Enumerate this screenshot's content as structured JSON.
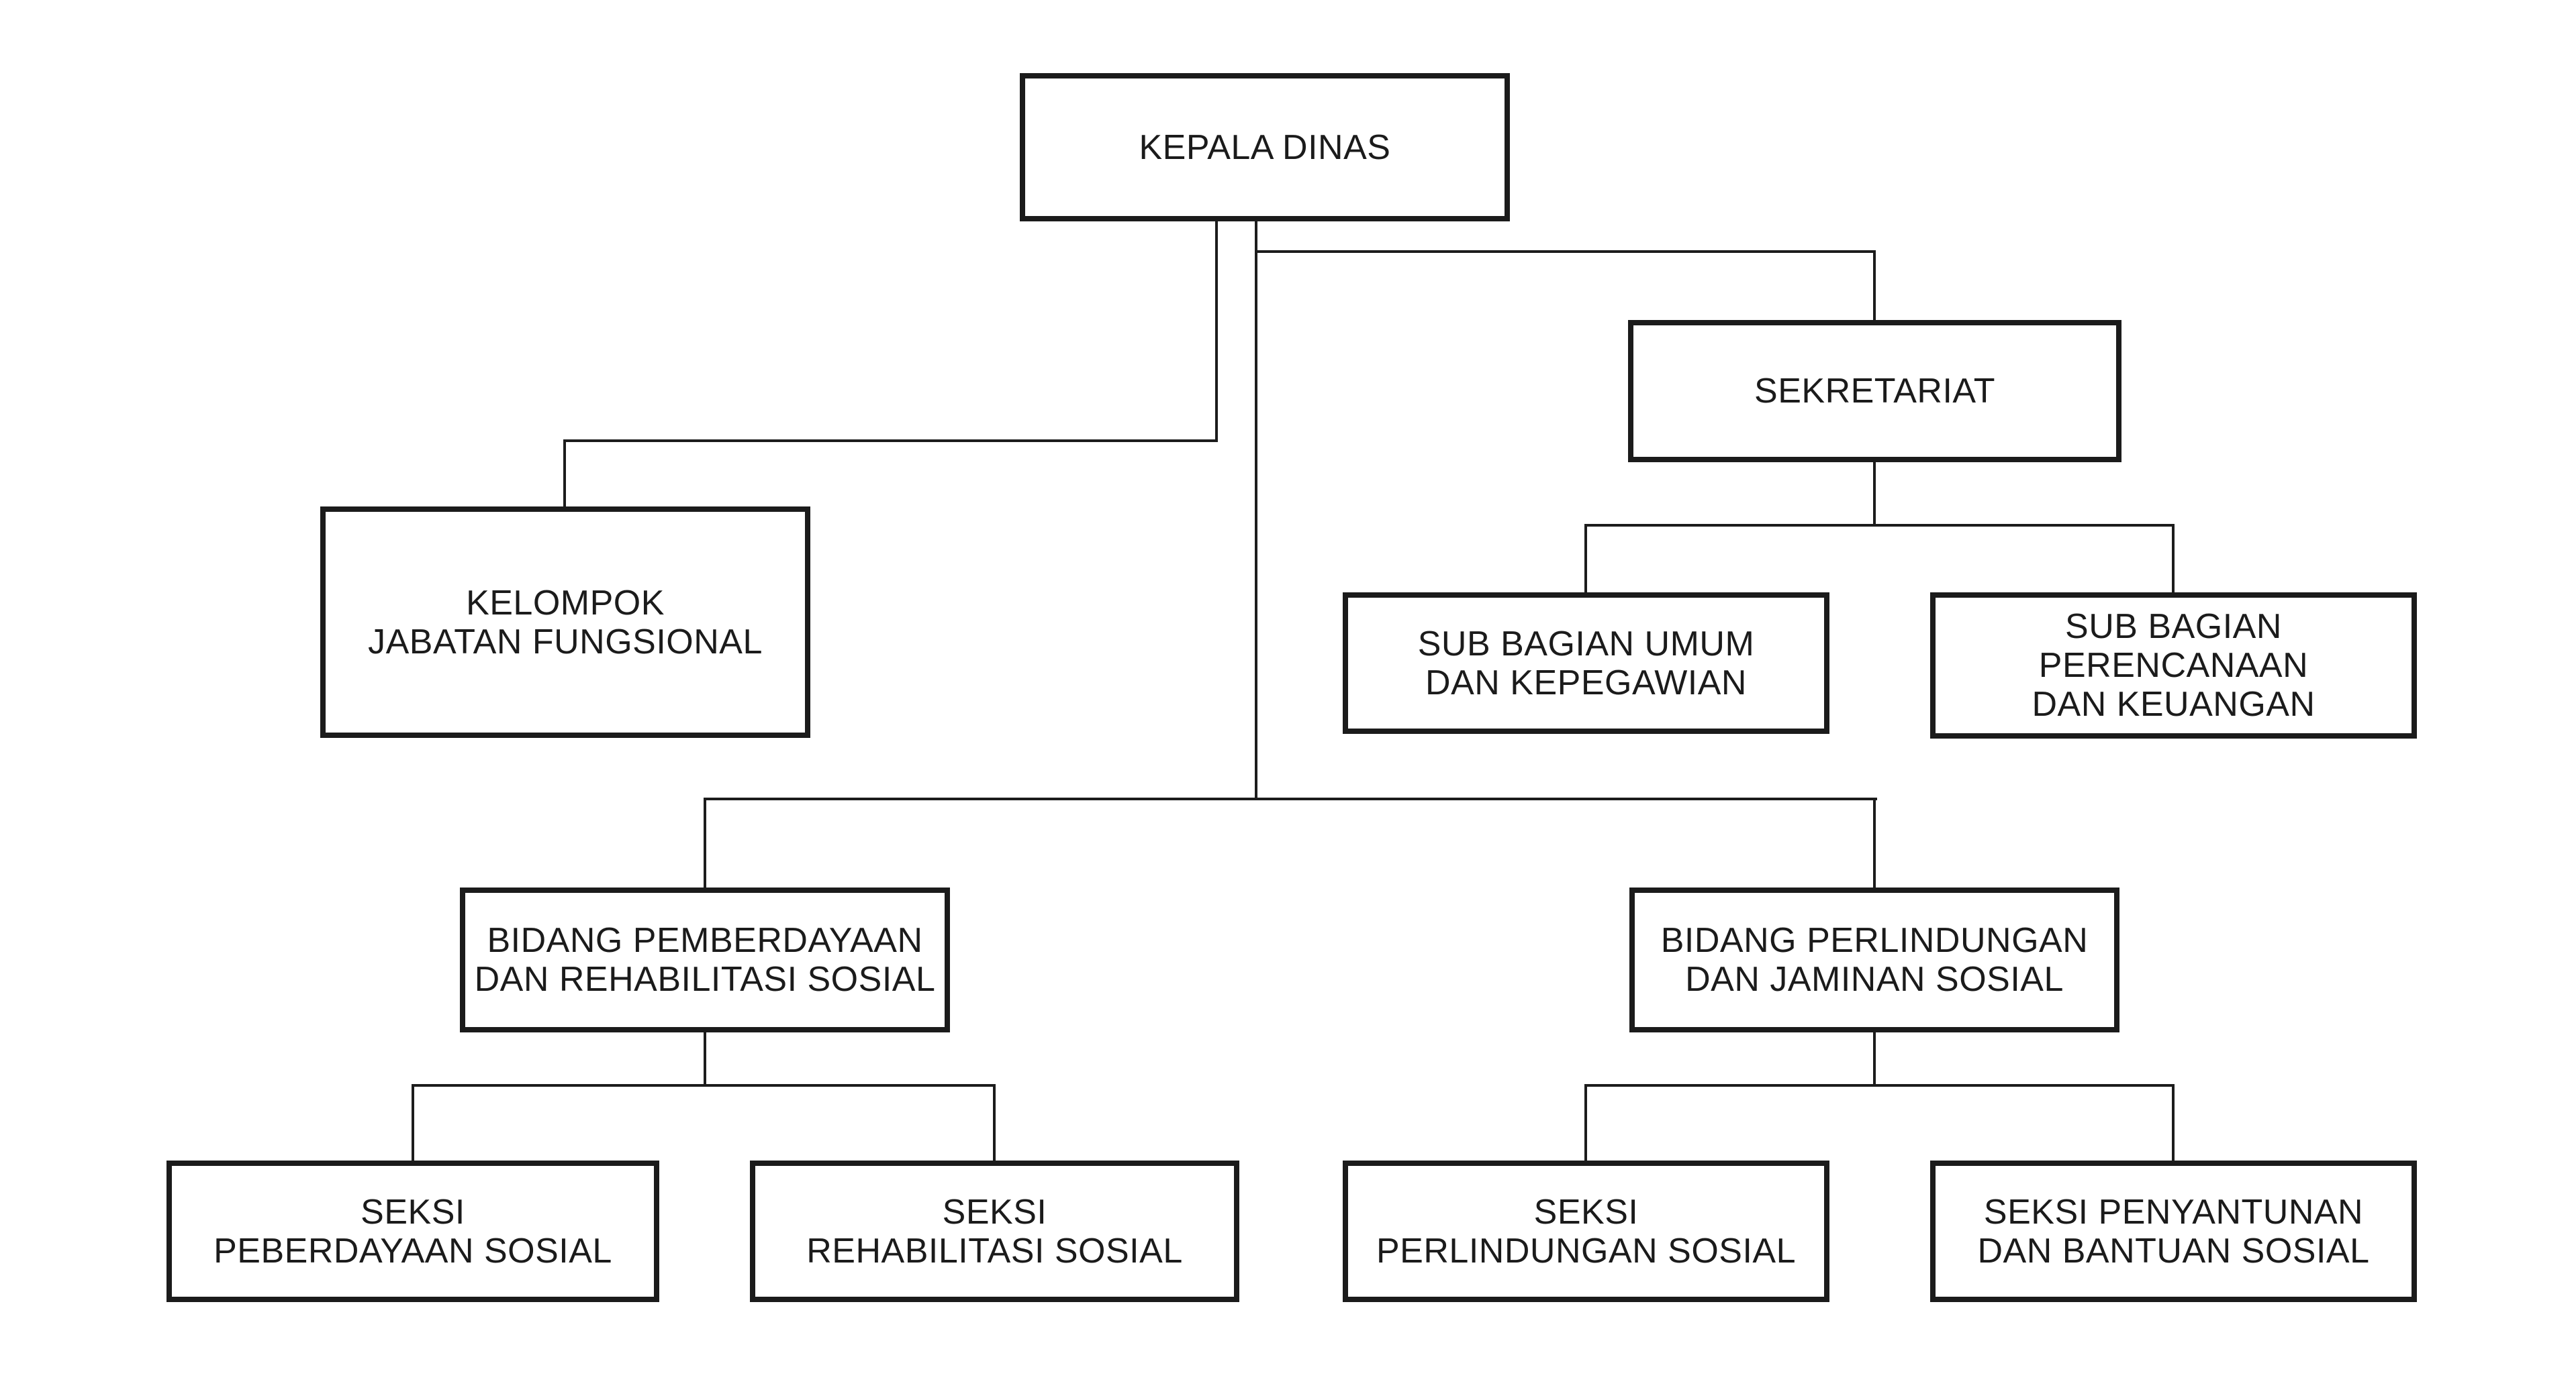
{
  "diagram": {
    "type": "organizational-chart",
    "background_color": "#ffffff",
    "box_border_color": "#1b1b1b",
    "connector_color": "#1c1c1c",
    "text_color": "#1b1b1b",
    "nodes": {
      "kepala_dinas": {
        "label": "KEPALA DINAS",
        "parent": null
      },
      "sekretariat": {
        "label": "SEKRETARIAT",
        "parent": "kepala_dinas"
      },
      "kelompok_jabatan_fungsional": {
        "label": "KELOMPOK\nJABATAN FUNGSIONAL",
        "parent": "kepala_dinas"
      },
      "sub_bagian_umum_dan_kepegawian": {
        "label": "SUB BAGIAN UMUM\nDAN KEPEGAWIAN",
        "parent": "sekretariat"
      },
      "sub_bagian_perencanaan_dan_keuangan": {
        "label": "SUB BAGIAN\nPERENCANAAN\nDAN KEUANGAN",
        "parent": "sekretariat"
      },
      "bidang_pemberdayaan_dan_rehabilitasi_sosial": {
        "label": "BIDANG PEMBERDAYAAN\nDAN REHABILITASI SOSIAL",
        "parent": "kepala_dinas"
      },
      "bidang_perlindungan_dan_jaminan_sosial": {
        "label": "BIDANG PERLINDUNGAN\nDAN JAMINAN SOSIAL",
        "parent": "kepala_dinas"
      },
      "seksi_peberdayaan_sosial": {
        "label": "SEKSI\nPEBERDAYAAN SOSIAL",
        "parent": "bidang_pemberdayaan_dan_rehabilitasi_sosial"
      },
      "seksi_rehabilitasi_sosial": {
        "label": "SEKSI\nREHABILITASI SOSIAL",
        "parent": "bidang_pemberdayaan_dan_rehabilitasi_sosial"
      },
      "seksi_perlindungan_sosial": {
        "label": "SEKSI\nPERLINDUNGAN SOSIAL",
        "parent": "bidang_perlindungan_dan_jaminan_sosial"
      },
      "seksi_penyantunan_dan_bantuan_sosial": {
        "label": "SEKSI PENYANTUNAN\nDAN BANTUAN SOSIAL",
        "parent": "bidang_perlindungan_dan_jaminan_sosial"
      }
    }
  }
}
